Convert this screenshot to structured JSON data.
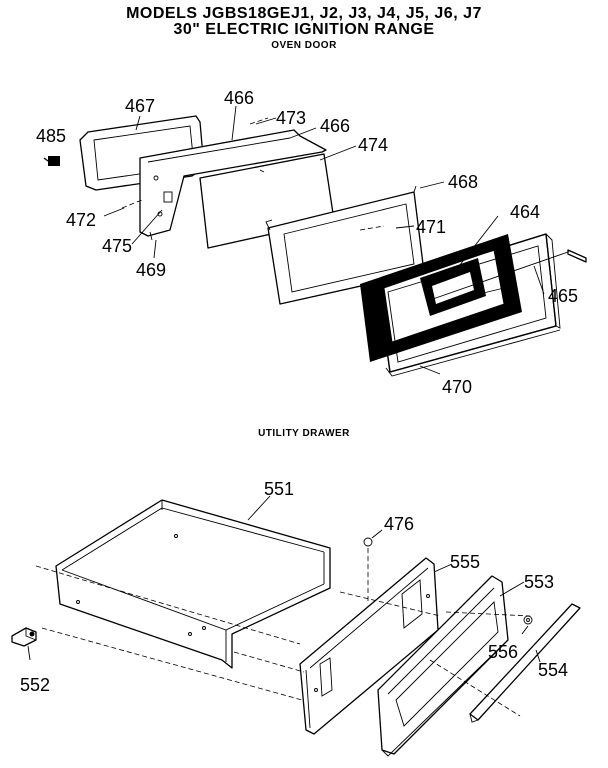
{
  "header": {
    "models": "MODELS JGBS18GEJ1, J2, J3, J4, J5, J6, J7",
    "range": "30\" ELECTRIC IGNITION RANGE",
    "section_oven": "OVEN DOOR"
  },
  "section_drawer": "UTILITY DRAWER",
  "oven_door_parts": {
    "p467": "467",
    "p466a": "466",
    "p473": "473",
    "p466b": "466",
    "p485": "485",
    "p474": "474",
    "p468": "468",
    "p472": "472",
    "p471": "471",
    "p464": "464",
    "p475": "475",
    "p469": "469",
    "p465": "465",
    "p470": "470"
  },
  "drawer_parts": {
    "p551": "551",
    "p476": "476",
    "p555": "555",
    "p553": "553",
    "p556": "556",
    "p554": "554",
    "p552": "552"
  }
}
